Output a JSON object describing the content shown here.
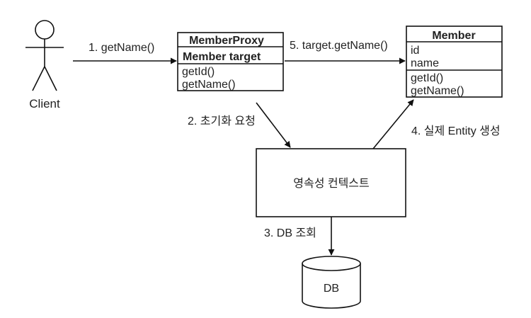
{
  "actor": {
    "label": "Client"
  },
  "proxy": {
    "title": "MemberProxy",
    "field": "Member target",
    "methods": [
      "getId()",
      "getName()"
    ]
  },
  "member": {
    "title": "Member",
    "fields": [
      "id",
      "name"
    ],
    "methods": [
      "getId()",
      "getName()"
    ]
  },
  "context": {
    "label": "영속성 컨텍스트"
  },
  "db": {
    "label": "DB"
  },
  "steps": {
    "s1": "1. getName()",
    "s2": "2. 초기화 요청",
    "s3": "3. DB 조회",
    "s4": "4. 실제 Entity 생성",
    "s5": "5. target.getName()"
  },
  "colors": {
    "stroke": "#111111",
    "text": "#222222",
    "background": "#ffffff"
  }
}
